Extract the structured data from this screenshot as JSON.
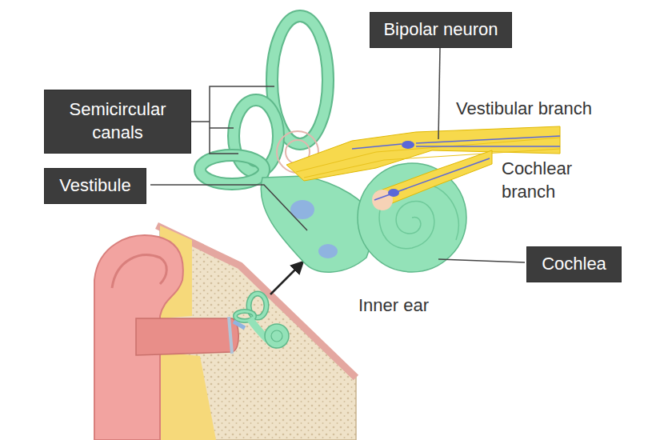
{
  "diagram": {
    "nodes": [
      {
        "text": [
          "Bipolar neuron"
        ]
      },
      {
        "text": [
          "Semicircular canals"
        ]
      },
      {
        "text": [
          "Vestibule"
        ]
      },
      {
        "text": [
          "Cochlea"
        ]
      }
    ],
    "labels": [
      "Vestibular branch",
      "Cochlear branch",
      "Inner ear"
    ]
  }
}
